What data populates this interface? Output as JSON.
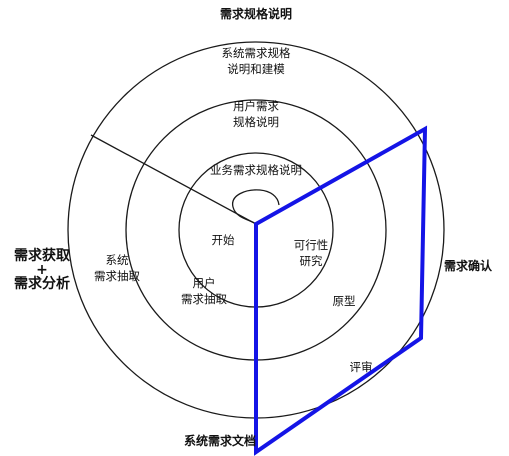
{
  "diagram": {
    "top_title": "需求规格说明",
    "ring_outer_top": [
      "系统需求规格",
      "说明和建模"
    ],
    "ring_middle_top": [
      "用户需求",
      "规格说明"
    ],
    "ring_inner_top": "业务需求规格说明",
    "center": "开始",
    "feasibility": [
      "可行性",
      "研究"
    ],
    "user_elicitation": [
      "用户",
      "需求抽取"
    ],
    "system_elicitation": [
      "系统",
      "需求抽取"
    ],
    "prototype": "原型",
    "review": "评审",
    "left_quadrant": [
      "需求获取",
      "+",
      "需求分析"
    ],
    "right_quadrant": "需求确认",
    "bottom_title": "系统需求文档"
  },
  "colors": {
    "line": "#1a1a1a",
    "highlight": "#1414e6"
  }
}
